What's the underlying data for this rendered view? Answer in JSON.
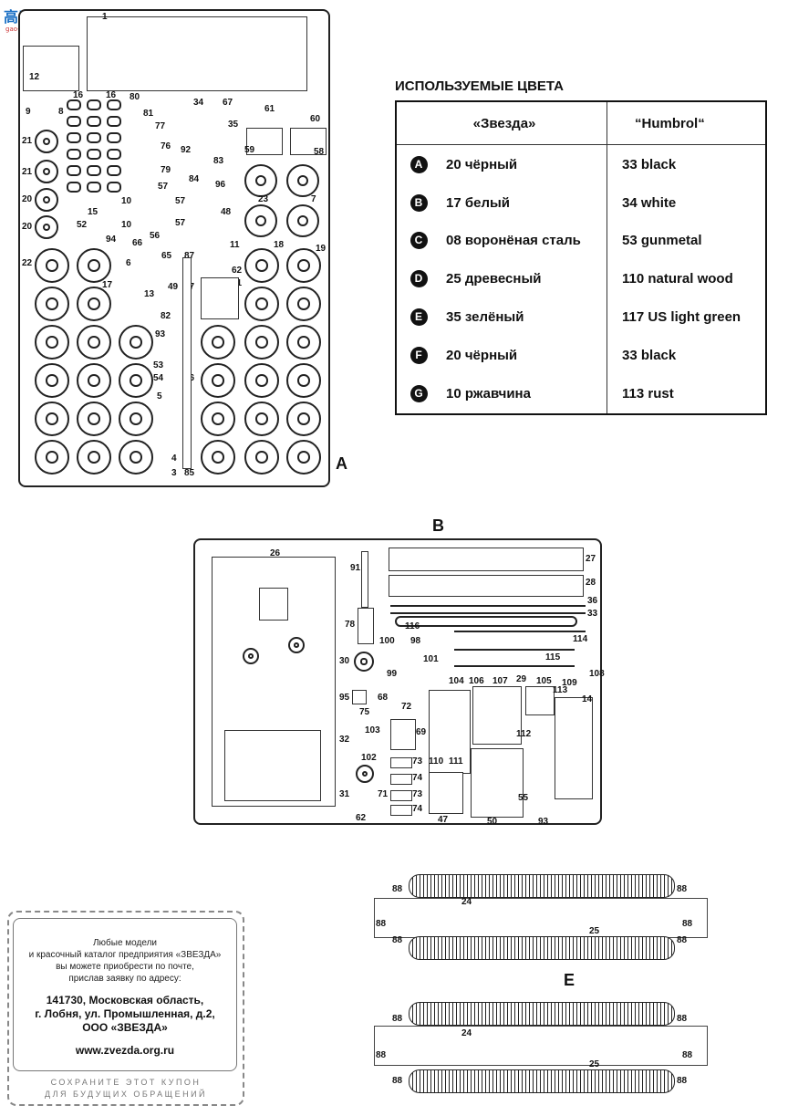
{
  "watermark": {
    "brand": "高手网",
    "site": "gao-shou.com"
  },
  "color_table": {
    "title": "ИСПОЛЬЗУЕМЫЕ ЦВЕТА",
    "header_left": "«Звезда»",
    "header_right": "“Humbrol“",
    "rows": [
      {
        "letter": "A",
        "zvezda": "20 чёрный",
        "humbrol": "33 black"
      },
      {
        "letter": "B",
        "zvezda": "17 белый",
        "humbrol": "34 white"
      },
      {
        "letter": "C",
        "zvezda": "08 воронёная сталь",
        "humbrol": "53 gunmetal"
      },
      {
        "letter": "D",
        "zvezda": "25 древесный",
        "humbrol": "110 natural wood"
      },
      {
        "letter": "E",
        "zvezda": "35 зелёный",
        "humbrol": "117 US light green"
      },
      {
        "letter": "F",
        "zvezda": "20 чёрный",
        "humbrol": "33 black"
      },
      {
        "letter": "G",
        "zvezda": "10 ржавчина",
        "humbrol": "113 rust"
      }
    ]
  },
  "sprues": {
    "a_label": "A",
    "b_label": "B",
    "e_label": "E",
    "a_numbers": {
      "n1": "1",
      "n12": "12",
      "n16a": "16",
      "n16b": "16",
      "n80": "80",
      "n81": "81",
      "n77": "77",
      "n34": "34",
      "n67": "67",
      "n61": "61",
      "n60": "60",
      "n35": "35",
      "n9": "9",
      "n8": "8",
      "n21a": "21",
      "n21b": "21",
      "n20a": "20",
      "n20b": "20",
      "n76": "76",
      "n92": "92",
      "n83": "83",
      "n79": "79",
      "n84": "84",
      "n96": "96",
      "n59": "59",
      "n58": "58",
      "n23": "23",
      "n7": "7",
      "n57a": "57",
      "n57b": "57",
      "n57c": "57",
      "n10a": "10",
      "n10b": "10",
      "n15": "15",
      "n52": "52",
      "n94": "94",
      "n56": "56",
      "n48": "48",
      "n66": "66",
      "n11": "11",
      "n18": "18",
      "n19": "19",
      "n22": "22",
      "n17": "17",
      "n6": "6",
      "n13": "13",
      "n65": "65",
      "n49": "49",
      "n87a": "87",
      "n87b": "87",
      "n62": "62",
      "n51": "51",
      "n82": "82",
      "n93": "93",
      "n53": "53",
      "n54": "54",
      "n86": "86",
      "n5": "5",
      "n4": "4",
      "n85": "85",
      "n3": "3"
    },
    "b_numbers": {
      "n26": "26",
      "n91": "91",
      "n27": "27",
      "n28": "28",
      "n36": "36",
      "n33": "33",
      "n116": "116",
      "n78": "78",
      "n100": "100",
      "n98": "98",
      "n114": "114",
      "n30": "30",
      "n115": "115",
      "n101": "101",
      "n99": "99",
      "n104": "104",
      "n106": "106",
      "n107": "107",
      "n29": "29",
      "n105": "105",
      "n109": "109",
      "n108": "108",
      "n95": "95",
      "n68": "68",
      "n72": "72",
      "n113": "113",
      "n14": "14",
      "n75": "75",
      "n103": "103",
      "n69": "69",
      "n32": "32",
      "n112": "112",
      "n102": "102",
      "n73a": "73",
      "n110": "110",
      "n111": "111",
      "n74a": "74",
      "n73b": "73",
      "n74b": "74",
      "n31": "31",
      "n71": "71",
      "n62": "62",
      "n47": "47",
      "n50": "50",
      "n55": "55",
      "n93": "93"
    },
    "e_numbers": {
      "n88": "88",
      "n24": "24",
      "n25": "25"
    }
  },
  "coupon": {
    "line1": "Любые модели",
    "line2": "и красочный каталог предприятия «ЗВЕЗДА»",
    "line3": "вы можете приобрести по почте,",
    "line4": "прислав заявку по адресу:",
    "addr1": "141730, Московская область,",
    "addr2": "г. Лобня, ул. Промышленная, д.2,",
    "addr3": "ООО «ЗВЕЗДА»",
    "site": "www.zvezda.org.ru",
    "foot1": "СОХРАНИТЕ ЭТОТ КУПОН",
    "foot2": "ДЛЯ БУДУЩИХ ОБРАЩЕНИЙ"
  }
}
